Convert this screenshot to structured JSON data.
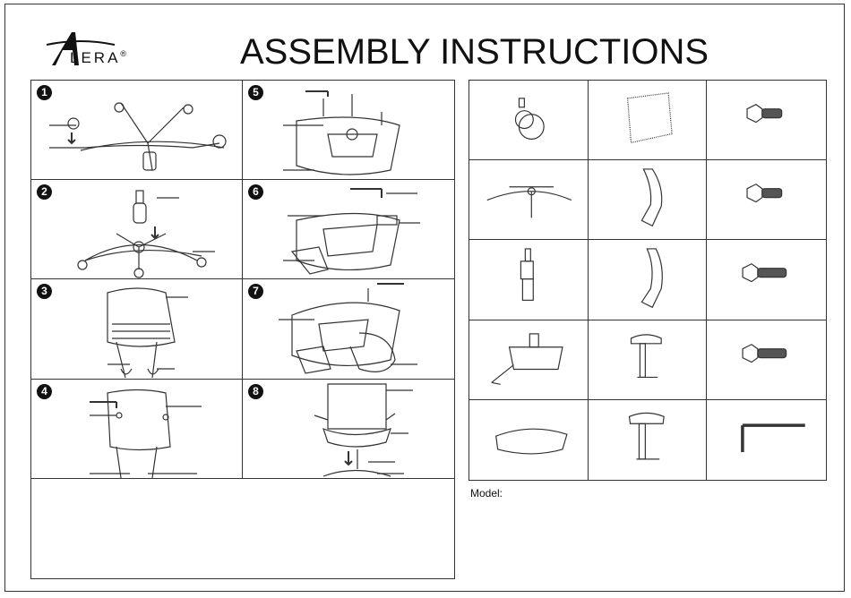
{
  "brand": {
    "logo_letter": "A",
    "logo_text": "LERA",
    "logo_mark": "®"
  },
  "title": "ASSEMBLY INSTRUCTIONS",
  "steps": [
    {
      "number": "1",
      "icon": "casters-into-base-diagram"
    },
    {
      "number": "2",
      "icon": "gas-lift-into-base-diagram"
    },
    {
      "number": "3",
      "icon": "back-frame-diagram"
    },
    {
      "number": "4",
      "icon": "backrest-screws-diagram"
    },
    {
      "number": "5",
      "icon": "mechanism-to-seat-diagram"
    },
    {
      "number": "6",
      "icon": "arm-brackets-diagram"
    },
    {
      "number": "7",
      "icon": "back-bracket-diagram"
    },
    {
      "number": "8",
      "icon": "seat-onto-base-diagram"
    }
  ],
  "parts": [
    {
      "icon": "caster-icon"
    },
    {
      "icon": "backrest-icon"
    },
    {
      "icon": "bolt-icon"
    },
    {
      "icon": "base-icon"
    },
    {
      "icon": "back-bracket-icon"
    },
    {
      "icon": "bolt-icon"
    },
    {
      "icon": "gas-lift-icon"
    },
    {
      "icon": "back-bracket-curved-icon"
    },
    {
      "icon": "bolt-long-icon"
    },
    {
      "icon": "mechanism-icon"
    },
    {
      "icon": "armrest-icon"
    },
    {
      "icon": "bolt-long-icon"
    },
    {
      "icon": "seat-cushion-icon"
    },
    {
      "icon": "armrest-pad-icon"
    },
    {
      "icon": "hex-key-icon"
    }
  ],
  "model_label": "Model:"
}
